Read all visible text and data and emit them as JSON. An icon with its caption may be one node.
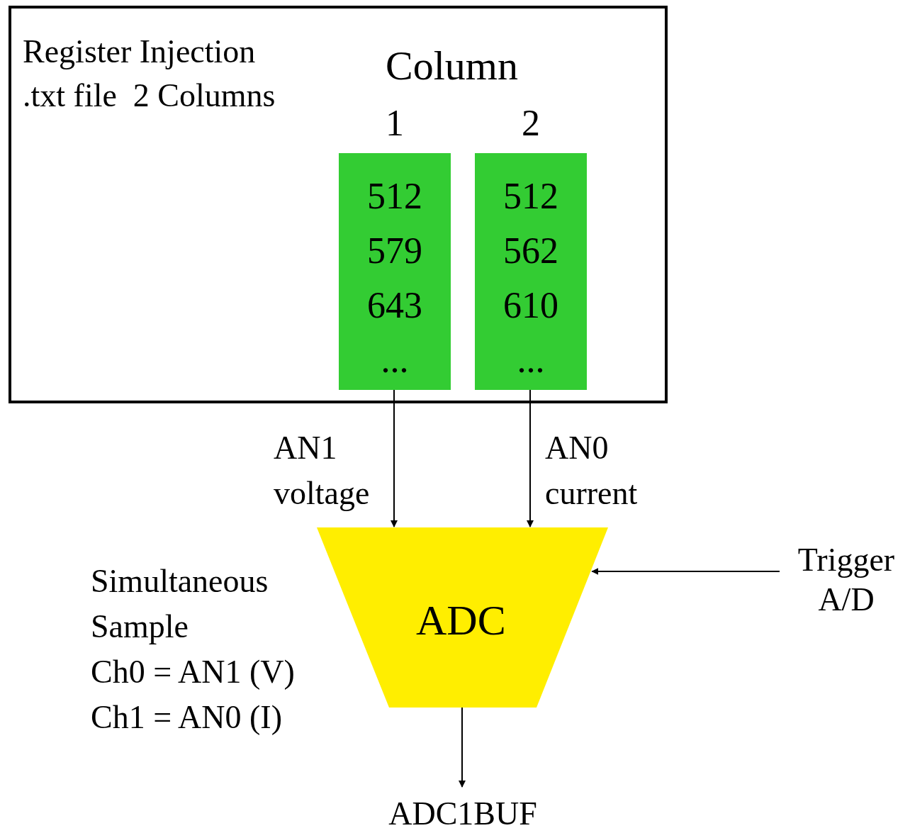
{
  "diagram": {
    "nodes": [
      {
        "text": [
          "Register Injection .txt file  2 Columns",
          "Column"
        ]
      },
      {
        "text": [
          "1",
          "512",
          "579",
          "643",
          "..."
        ],
        "in": 0
      },
      {
        "text": [
          "2",
          "512",
          "562",
          "610",
          "..."
        ],
        "in": 0
      },
      {
        "text": [
          "ADC"
        ]
      },
      {
        "text": [
          "Trigger A/D"
        ]
      },
      {
        "text": [
          "ADC1BUF"
        ]
      }
    ],
    "edges": [
      {
        "from": 1,
        "to": 3,
        "arrow": "to",
        "label": "AN1 voltage"
      },
      {
        "from": 2,
        "to": 3,
        "arrow": "to",
        "label": "AN0 current"
      },
      {
        "from": 4,
        "to": 3,
        "arrow": "to"
      },
      {
        "from": 3,
        "to": 5,
        "arrow": "to"
      }
    ],
    "labels": [
      "Simultaneous Sample",
      "Ch0 = AN1 (V)",
      "Ch1 = AN0 (I)"
    ]
  }
}
